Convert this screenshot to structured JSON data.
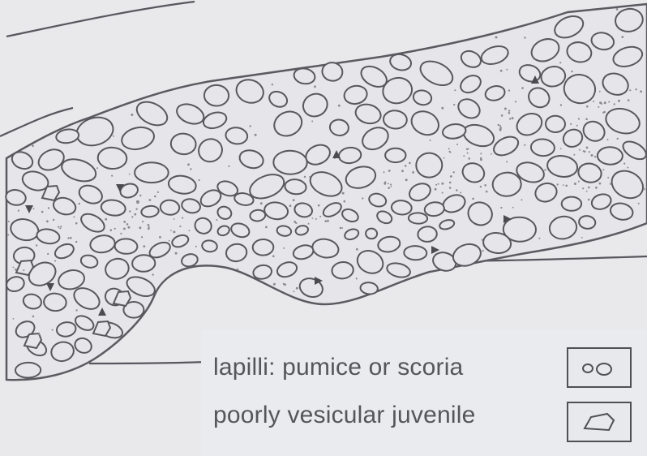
{
  "diagram": {
    "name": "lapilli-flow-deposit",
    "colors": {
      "background": "#e9e9ec",
      "ink": "#57575d",
      "fill": "#e6e6ea"
    },
    "marker_icon": "triangle-marker-icon",
    "pumice_icon": "pumice-clast-icon",
    "juvenile_icon": "juvenile-clast-icon"
  },
  "legend": {
    "row1_label": "lapilli:   pumice or scoria",
    "row2_label": "poorly vesicular juvenile",
    "row1_icon": "pumice-scoria-symbol-icon",
    "row2_icon": "angular-clast-symbol-icon"
  }
}
